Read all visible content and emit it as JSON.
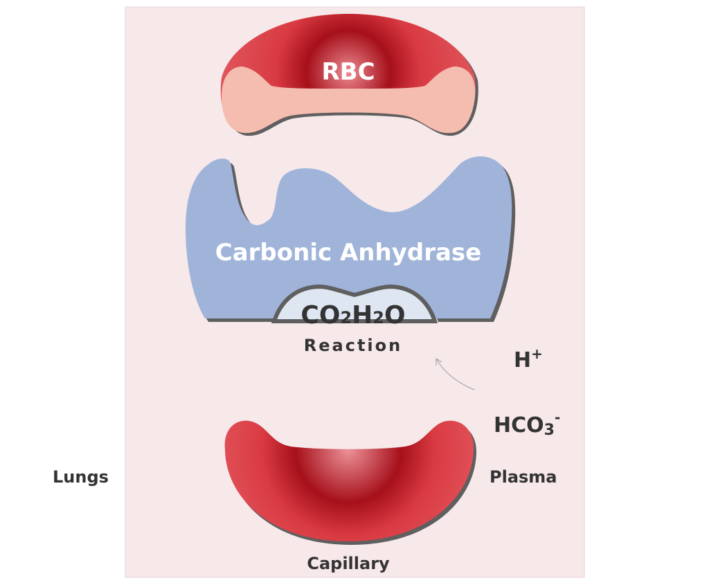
{
  "labels": {
    "rbc": "RBC",
    "enzyme": "Carbonic Anhydrase",
    "substrate": {
      "co": "CO",
      "sub1": "2",
      "h": "H",
      "sub2": "2",
      "o": "O"
    },
    "reaction": "Reaction",
    "hydrogen": {
      "base": "H",
      "sup": "+"
    },
    "bicarbonate": {
      "base": "HCO",
      "sub": "3",
      "sup": "-"
    },
    "lungs": "Lungs",
    "plasma": "Plasma",
    "capillary": "Capillary"
  },
  "colors": {
    "panel": "#F7E8EA",
    "rbc_red": "#D93A42",
    "rbc_dark": "#A6101A",
    "rbc_light": "#EC8A92",
    "rbc_pink": "#F4BDB0",
    "enzyme_blue": "#A0B4DA",
    "pocket": "#DEE6F2",
    "shadow": "#5F5F5F",
    "text": "#333333",
    "white_text": "#FFFFFF"
  },
  "icons": {
    "arrow": "curved-arrow-icon"
  }
}
